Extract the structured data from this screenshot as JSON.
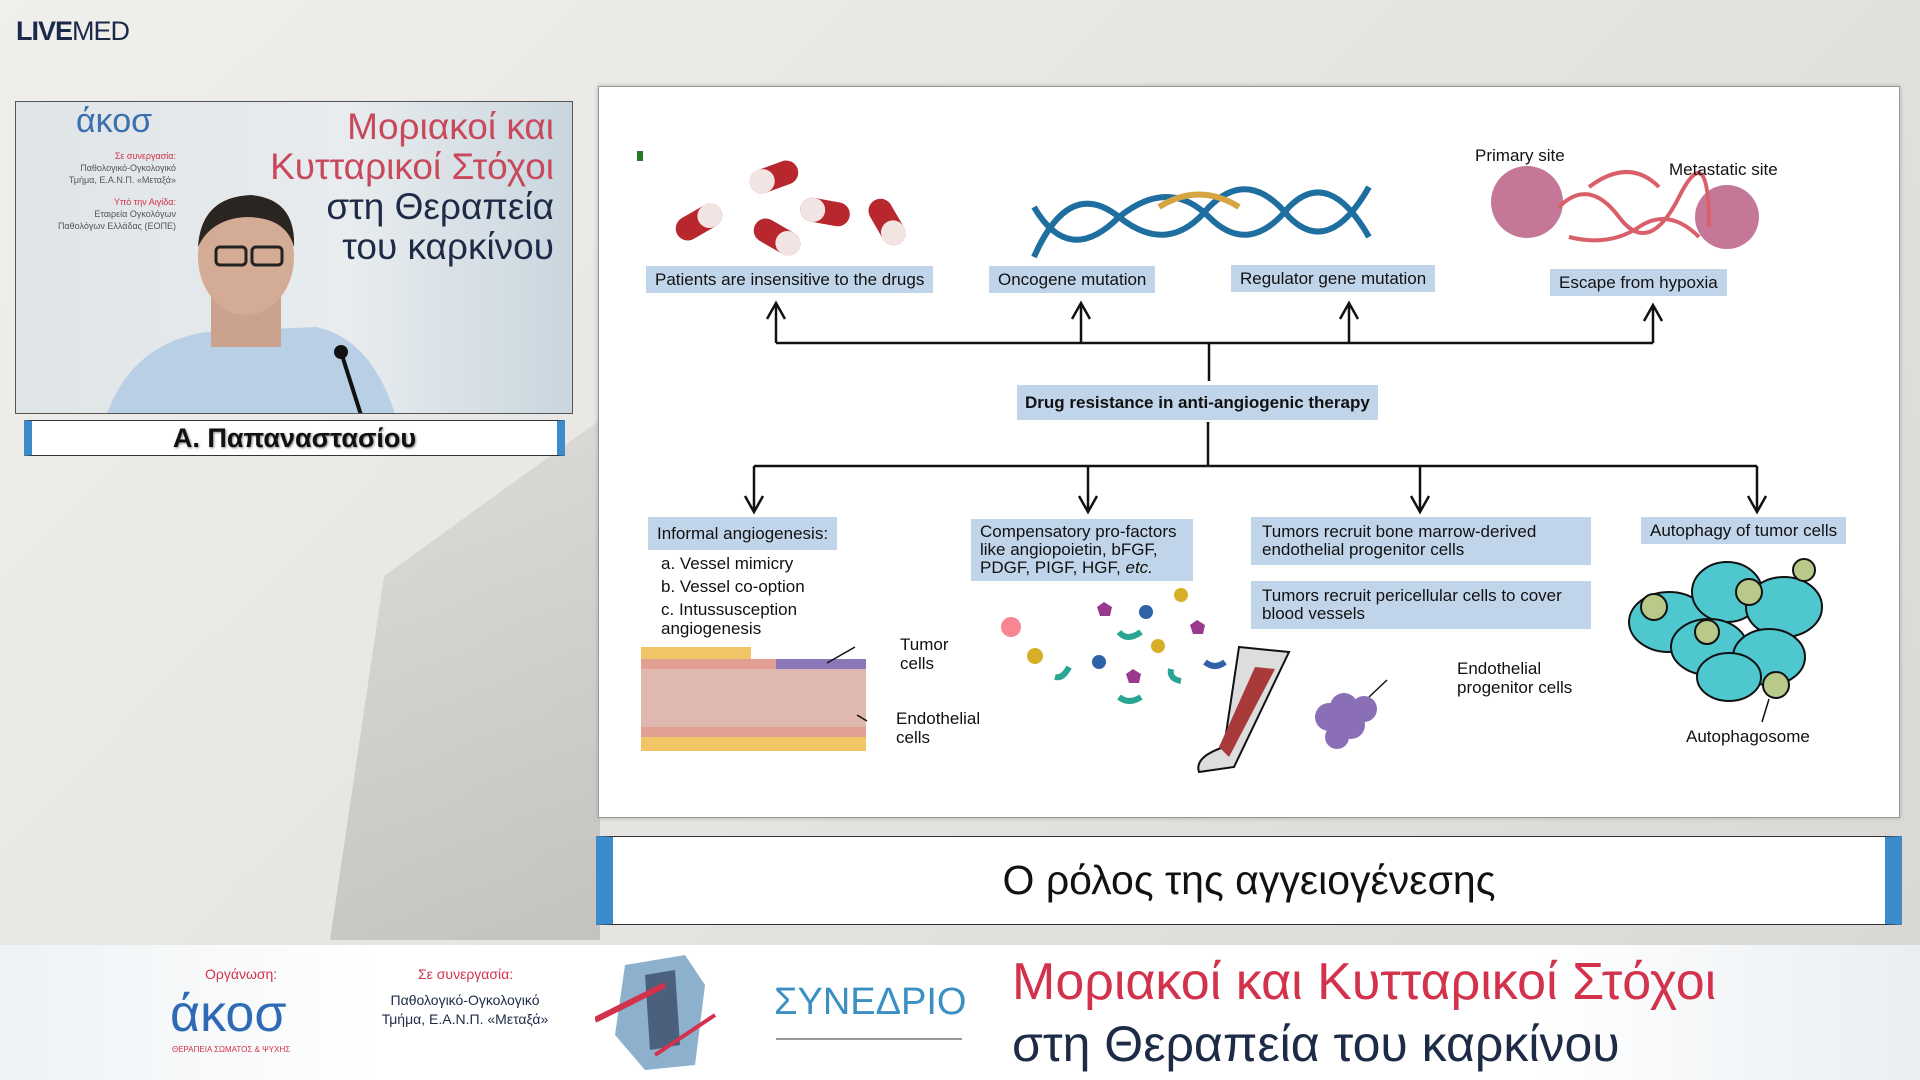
{
  "brand": {
    "logo_bold": "LIVE",
    "logo_light": "MED"
  },
  "video": {
    "backdrop_title_1": "Μοριακοί και",
    "backdrop_title_2": "Κυτταρικοί Στόχοι",
    "backdrop_title_3": "στη Θεραπεία",
    "backdrop_title_4": "του καρκίνου",
    "backdrop_logo": "άκοσ",
    "backdrop_partner_label": "Σε συνεργασία:",
    "backdrop_partner": "Παθολογικό-Ογκολογικό Τμήμα, Ε.Α.Ν.Π. «Μεταξά»",
    "backdrop_aegis_label": "Υπό την Αιγίδα:",
    "backdrop_aegis": "Εταιρεία Ογκολόγων Παθολόγων Ελλάδας (ΕΟΠΕ)"
  },
  "speaker": {
    "name": "Α. Παπαναστασίου"
  },
  "slide": {
    "top_boxes": [
      "Patients are insensitive to the drugs",
      "Oncogene mutation",
      "Regulator gene mutation",
      "Escape from hypoxia"
    ],
    "primary_site": "Primary site",
    "metastatic_site": "Metastatic site",
    "center": "Drug resistance in anti-angiogenic therapy",
    "informal": "Informal angiogenesis:",
    "informal_items": [
      "a. Vessel mimicry",
      "b. Vessel co-option",
      "c. Intussusception angiogenesis"
    ],
    "tumor_cells": "Tumor cells",
    "endothelial_cells": "Endothelial cells",
    "compensatory": "Compensatory pro-factors like angiopoietin, bFGF, PDGF, PIGF, HGF,",
    "compensatory_etc": "etc.",
    "bone_marrow": "Tumors recruit bone marrow-derived endothelial progenitor cells",
    "pericellular": "Tumors recruit pericellular cells to cover blood vessels",
    "endothelial_progenitor": "Endothelial progenitor cells",
    "autophagy": "Autophagy of tumor cells",
    "autophagosome": "Autophagosome"
  },
  "title": "Ο ρόλος της αγγειογένεσης",
  "banner": {
    "org_label": "Οργάνωση:",
    "org_logo": "άκοσ",
    "org_logo_sub": "ΘΕΡΑΠΕΙΑ ΣΩΜΑΤΟΣ & ΨΥΧΗΣ",
    "partner_label": "Σε συνεργασία:",
    "partner_line1": "Παθολογικό-Ογκολογικό",
    "partner_line2": "Τμήμα, Ε.Α.Ν.Π. «Μεταξά»",
    "congress": "ΣΥΝΕΔΡΙΟ",
    "title_line1": "Μοριακοί και Κυτταρικοί Στόχοι",
    "title_line2": "στη Θεραπεία του καρκίνου"
  },
  "colors": {
    "accent_blue": "#3c8ccc",
    "box_blue": "#c1d5ea",
    "brand_red": "#d2324c",
    "navy": "#1e2b47"
  }
}
